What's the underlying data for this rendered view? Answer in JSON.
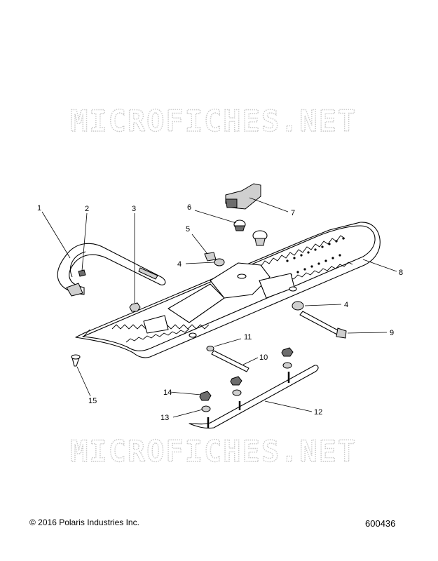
{
  "watermark": "MICROFICHES.NET",
  "copyright": "© 2016 Polaris Industries Inc.",
  "figure_number": "600436",
  "callouts": [
    "1",
    "2",
    "3",
    "4",
    "4",
    "5",
    "6",
    "7",
    "8",
    "9",
    "10",
    "11",
    "12",
    "13",
    "14",
    "15"
  ]
}
